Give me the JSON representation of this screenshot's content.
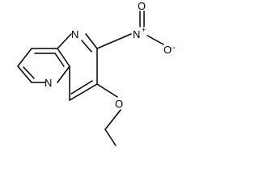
{
  "molecule": {
    "atoms": {
      "n1": "N",
      "n5": "N",
      "nitro_n": "N",
      "nitro_n_charge": "+",
      "nitro_o_top": "O",
      "nitro_o_right": "O",
      "nitro_o_right_charge": "−",
      "ether_o": "O"
    },
    "colors": {
      "bond": "#000000",
      "label": "#000000",
      "background": "#ffffff"
    }
  }
}
